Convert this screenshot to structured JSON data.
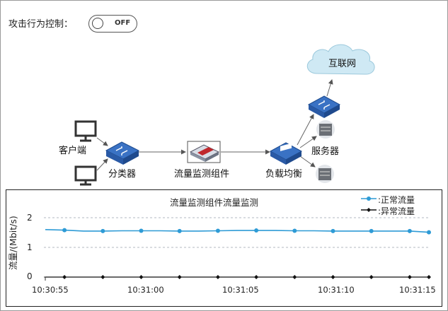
{
  "control": {
    "label": "攻击行为控制：",
    "toggle_state": "OFF",
    "enabled": false
  },
  "network": {
    "client_label": "客户端",
    "classifier_label": "分类器",
    "monitor_label": "流量监测组件",
    "loadbalancer_label": "负载均衡",
    "server_label": "服务器",
    "internet_label": "互联网"
  },
  "colors": {
    "normal": "#2e9bd6",
    "abnormal": "#111111",
    "cloud": "#cfe9f4",
    "switch": "#2f63b6"
  },
  "chart_data": {
    "type": "line",
    "title": "流量监测组件流量监测",
    "xlabel": "",
    "ylabel": "流量/(Mbit/s)",
    "ylim": [
      0,
      2
    ],
    "yticks": [
      "0",
      "1",
      "2"
    ],
    "xticks": [
      "10:30:55",
      "10:31:00",
      "10:31:05",
      "10:31:10",
      "10:31:15"
    ],
    "legend_position": "top-right",
    "grid": "horizontal-dashed",
    "x": [
      "10:30:55",
      "10:30:56",
      "10:30:57",
      "10:30:58",
      "10:30:59",
      "10:31:00",
      "10:31:01",
      "10:31:02",
      "10:31:03",
      "10:31:04",
      "10:31:05",
      "10:31:06",
      "10:31:07",
      "10:31:08",
      "10:31:09",
      "10:31:10",
      "10:31:11",
      "10:31:12",
      "10:31:13",
      "10:31:14",
      "10:31:15"
    ],
    "series": [
      {
        "name": "正常流量",
        "line_values": [
          1.6,
          1.58,
          1.55,
          1.55,
          1.56,
          1.56,
          1.56,
          1.55,
          1.55,
          1.56,
          1.57,
          1.57,
          1.57,
          1.56,
          1.56,
          1.55,
          1.55,
          1.55,
          1.55,
          1.55,
          1.51
        ],
        "marker_x": [
          "10:30:56",
          "10:30:58",
          "10:31:00",
          "10:31:02",
          "10:31:04",
          "10:31:06",
          "10:31:08",
          "10:31:10",
          "10:31:12",
          "10:31:14",
          "10:31:15"
        ],
        "marker_values": [
          1.58,
          1.55,
          1.56,
          1.55,
          1.56,
          1.57,
          1.56,
          1.55,
          1.55,
          1.55,
          1.51
        ]
      },
      {
        "name": "异常流量",
        "line_values": [
          0,
          0,
          0,
          0,
          0,
          0,
          0,
          0,
          0,
          0,
          0,
          0,
          0,
          0,
          0,
          0,
          0,
          0,
          0,
          0,
          0
        ],
        "marker_x": [
          "10:30:56",
          "10:30:58",
          "10:31:00",
          "10:31:02",
          "10:31:04",
          "10:31:06",
          "10:31:08",
          "10:31:10",
          "10:31:12",
          "10:31:14",
          "10:31:15"
        ],
        "marker_values": [
          0,
          0,
          0,
          0,
          0,
          0,
          0,
          0,
          0,
          0,
          0
        ]
      }
    ]
  }
}
